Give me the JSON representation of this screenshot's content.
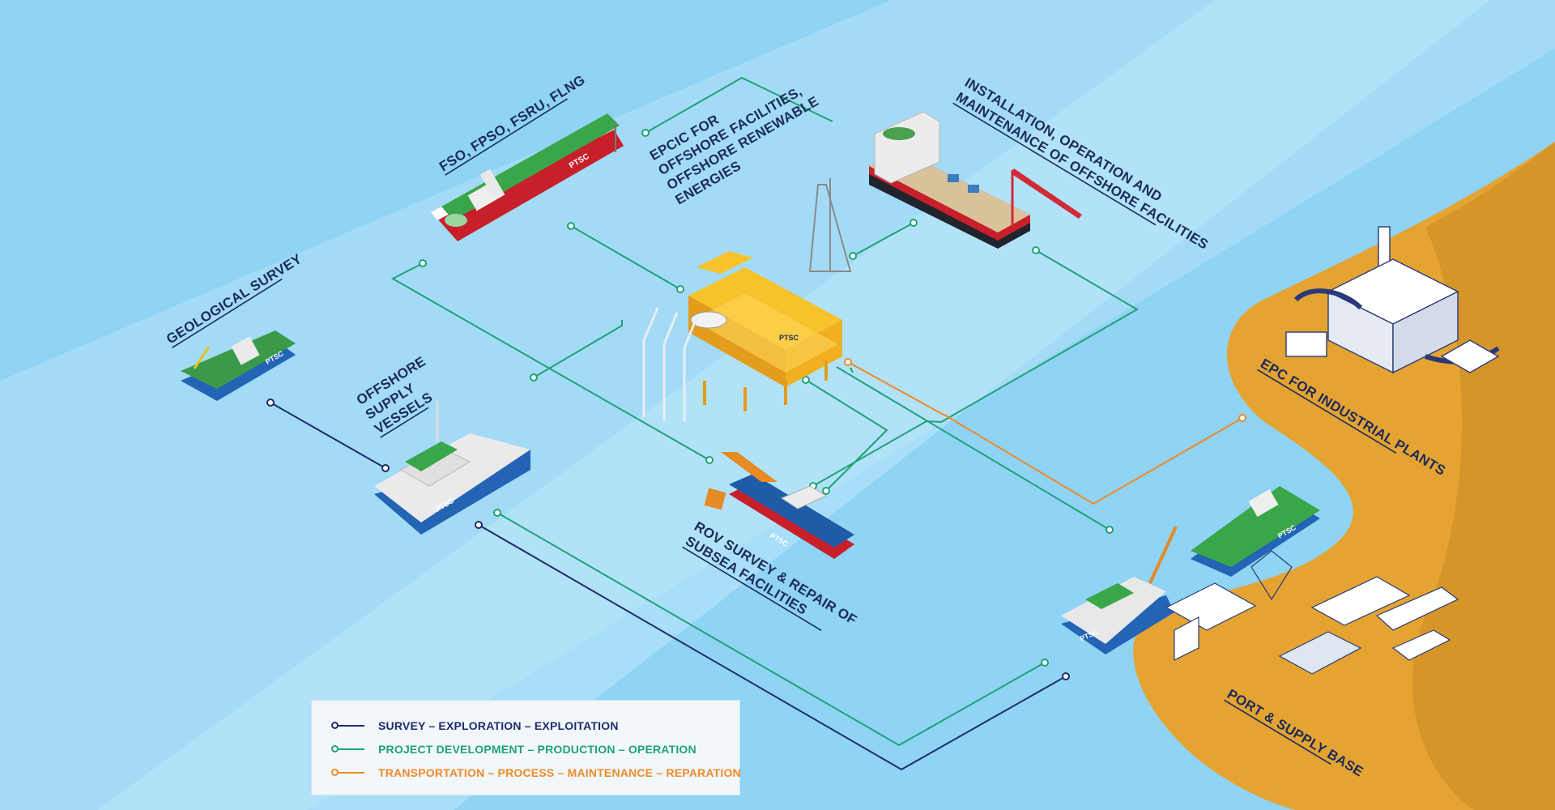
{
  "colors": {
    "sea": "#8fd3f5",
    "sea_band": "#b5e4f8",
    "land": "#e5a332",
    "land_dark": "#c98a22",
    "survey": "#1f2c6b",
    "project": "#1ea276",
    "transport": "#ee8a2a"
  },
  "labels": {
    "fso": "FSO, FPSO, FSRU, FLNG",
    "installation_1": "INSTALLATION, OPERATION AND",
    "installation_2": "MAINTENANCE OF OFFSHORE FACILITIES",
    "epcic_1": "EPCIC FOR",
    "epcic_2": "OFFSHORE FACILITIES,",
    "epcic_3": "OFFSHORE RENEWABLE",
    "epcic_4": "ENERGIES",
    "geological": "GEOLOGICAL SURVEY",
    "osv_1": "OFFSHORE",
    "osv_2": "SUPPLY",
    "osv_3": "VESSELS",
    "rov_1": "ROV SURVEY & REPAIR OF",
    "rov_2": "SUBSEA FACILITIES",
    "epc_industrial": "EPC FOR INDUSTRIAL PLANTS",
    "port": "PORT & SUPPLY BASE"
  },
  "vessel_brand": "PTSC",
  "legend": [
    {
      "label": "SURVEY – EXPLORATION – EXPLOITATION",
      "color": "#1f2c6b"
    },
    {
      "label": "PROJECT DEVELOPMENT – PRODUCTION – OPERATION",
      "color": "#1ea276"
    },
    {
      "label": "TRANSPORTATION – PROCESS – MAINTENANCE – REPARATION",
      "color": "#ee8a2a"
    }
  ]
}
